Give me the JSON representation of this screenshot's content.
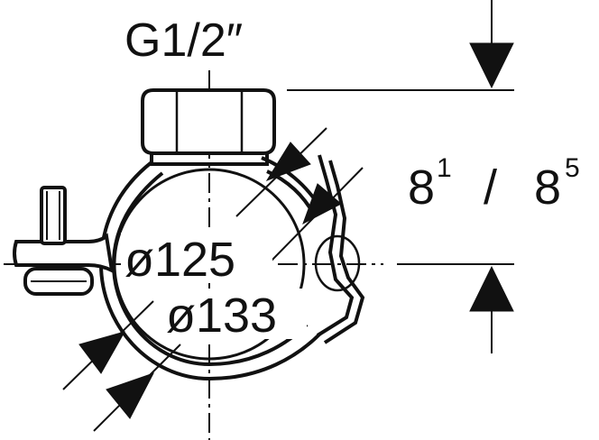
{
  "labels": {
    "thread": "G1/2″",
    "inner_diameter": "ø125",
    "outer_diameter": "ø133",
    "height_a_base": "8",
    "height_a_exp": "1",
    "separator": "/",
    "height_b_base": "8",
    "height_b_exp": "5"
  },
  "colors": {
    "stroke": "#111111",
    "background": "#ffffff"
  }
}
